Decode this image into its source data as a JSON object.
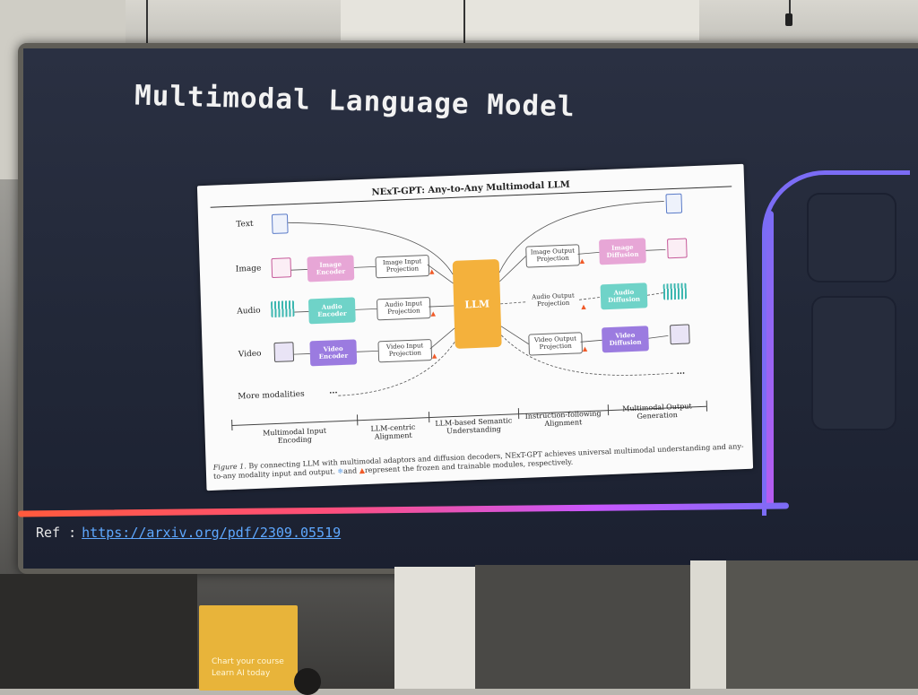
{
  "slide": {
    "title": "Multimodal Language Model",
    "ref_label": "Ref :",
    "ref_link": "https://arxiv.org/pdf/2309.05519"
  },
  "figure": {
    "title": "NExT-GPT: Any-to-Any Multimodal LLM",
    "inputs": [
      "Text",
      "Image",
      "Audio",
      "Video",
      "More modalities"
    ],
    "encoders": [
      "Image Encoder",
      "Audio Encoder",
      "Video Encoder"
    ],
    "input_projections": [
      "Image Input Projection",
      "Audio Input Projection",
      "Video Input Projection"
    ],
    "llm_label": "LLM",
    "output_projections": [
      "Image Output Projection",
      "Audio Output Projection",
      "Video Output Projection"
    ],
    "diffusions": [
      "Image Diffusion",
      "Audio Diffusion",
      "Video Diffusion"
    ],
    "ellipsis": "...",
    "stages": [
      "Multimodal Input Encoding",
      "LLM-centric Alignment",
      "LLM-based Semantic Understanding",
      "Instruction-following Alignment",
      "Multimodal Output Generation"
    ],
    "caption_label": "Figure 1.",
    "caption_text": "By connecting LLM with multimodal adaptors and diffusion decoders, NExT-GPT achieves universal multimodal understanding and any-to-any modality input and output.",
    "caption_text_2": "and",
    "caption_text_3": "represent the frozen and trainable modules, respectively.",
    "colors": {
      "image": "#e7a6d6",
      "audio": "#6fd3c8",
      "video": "#9b7be0",
      "llm": "#f4b13c",
      "flame": "#f05a28"
    }
  },
  "banner": {
    "line1": "Chart your course",
    "line2": "Learn AI today"
  }
}
